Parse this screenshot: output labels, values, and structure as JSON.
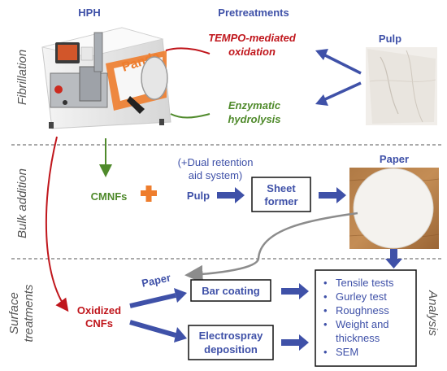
{
  "columns": {
    "hph": "HPH",
    "pretreatments": "Pretreatments",
    "pulp": "Pulp"
  },
  "sections": {
    "fibrillation": "Fibrillation",
    "bulk_addition": "Bulk addition",
    "surface_treatments_line1": "Surface",
    "surface_treatments_line2": "treatments",
    "analysis": "Analysis"
  },
  "pretreatments": {
    "tempo_line1": "TEMPO-mediated",
    "tempo_line2": "oxidation",
    "enzymatic_line1": "Enzymatic",
    "enzymatic_line2": "hydrolysis"
  },
  "machine": {
    "brand": "Panda"
  },
  "bulk": {
    "dual_retention_line1": "(+Dual retention",
    "dual_retention_line2": "aid system)",
    "cmnfs": "CMNFs",
    "plus": "+",
    "pulp": "Pulp",
    "sheet_former_line1": "Sheet",
    "sheet_former_line2": "former",
    "paper_title": "Paper"
  },
  "surface": {
    "paper_label": "Paper",
    "oxidized_line1": "Oxidized",
    "oxidized_line2": "CNFs",
    "bar_coating": "Bar coating",
    "electrospray_line1": "Electrospray",
    "electrospray_line2": "deposition"
  },
  "analysis": {
    "items": [
      "Tensile tests",
      "Gurley test",
      "Roughness",
      "Weight and",
      "thickness",
      "SEM"
    ]
  },
  "colors": {
    "blue": "#3f51a8",
    "red": "#c0161c",
    "green": "#4f8a2b",
    "orange": "#ee7d2d",
    "gray": "#8c8c8c"
  }
}
